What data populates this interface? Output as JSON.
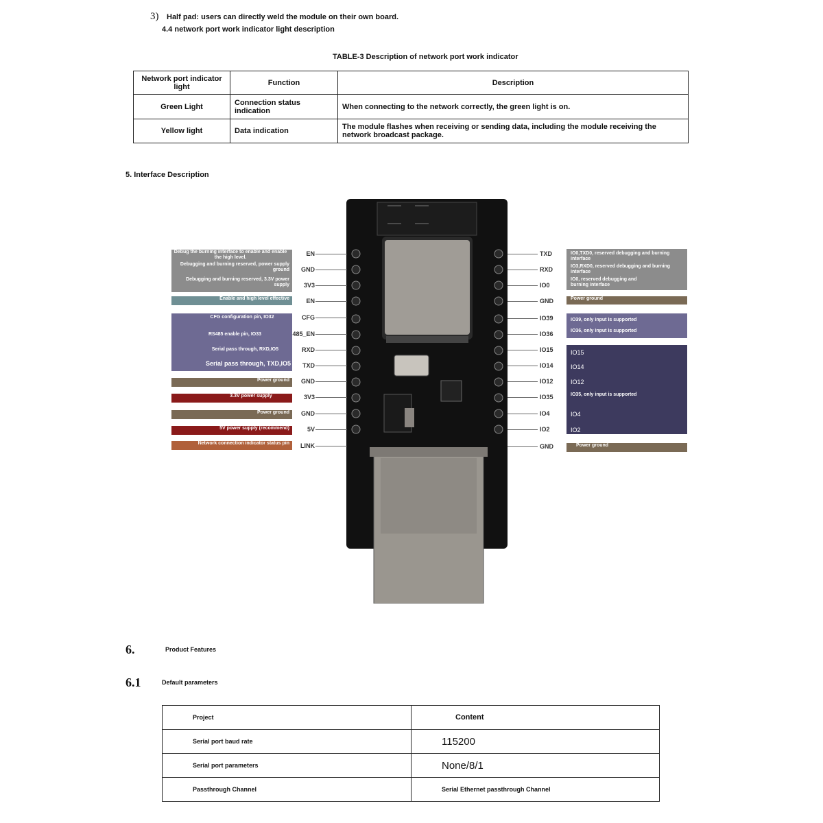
{
  "top": {
    "item_number": "3)",
    "item_text": "Half pad: users can directly weld the module on their own board.",
    "section_44": "4.4 network port work indicator light description",
    "table3_title": "TABLE-3 Description of network port work indicator"
  },
  "table3": {
    "headers": [
      "Network port indicator light",
      "Function",
      "Description"
    ],
    "rows": [
      [
        "Green Light",
        "Connection status indication",
        "When connecting to the network correctly, the green light is on."
      ],
      [
        "Yellow light",
        "Data indication",
        "The module flashes when receiving or sending data, including the module receiving the network broadcast package."
      ]
    ]
  },
  "section5": "5. Interface Description",
  "board": {
    "left_pins": [
      "EN",
      "GND",
      "3V3",
      "EN",
      "CFG",
      "485_EN",
      "RXD",
      "TXD",
      "GND",
      "3V3",
      "GND",
      "5V",
      "LINK"
    ],
    "right_pins": [
      "TXD",
      "RXD",
      "IO0",
      "GND",
      "IO39",
      "IO36",
      "IO15",
      "IO14",
      "IO12",
      "IO35",
      "IO4",
      "IO2",
      "GND"
    ],
    "left_labels": {
      "debug_en": "Debug the burning interface to enable and enable the high level.",
      "debug_gnd": "Debugging and burning reserved, power supply ground",
      "debug_3v3": "Debugging and burning reserved, 3.3V power supply",
      "en_high": "Enable and high level effective",
      "cfg": "CFG configuration pin, IO32",
      "rs485": "RS485 enable pin, IO33",
      "rxd": "Serial pass through, RXD,IO5",
      "txd": "Serial pass through, TXD,IO5",
      "pground1": "Power ground",
      "v33": "3.3V power supply",
      "pground2": "Power ground",
      "v5": "5V power supply (recommend)",
      "link": "Network connection indicator status pin"
    },
    "right_labels": {
      "txd0": "IO0,TXD0, reserved debugging and burning interface",
      "rxd0": "IO3,RXD0, reserved debugging and burning interface",
      "io0": "IO0, reserved debugging and burning interface",
      "gnd1": "Power ground",
      "io39": "IO39, only input is supported",
      "io36": "IO36, only input is supported",
      "io15": "IO15",
      "io14": "IO14",
      "io12": "IO12",
      "io35": "IO35, only input is supported",
      "io4": "IO4",
      "io2": "IO2",
      "gnd2": "Power ground"
    },
    "colors": {
      "gray": "#8c8c8c",
      "teal": "#6f8f94",
      "purple": "#6e6a93",
      "brown": "#7a6a55",
      "red": "#8a1a1a",
      "orange": "#b0603a",
      "navy": "#3d3a5e"
    }
  },
  "section6": {
    "number": "6.",
    "title": "Product Features"
  },
  "section61": {
    "number": "6.1",
    "title": "Default parameters"
  },
  "table61": {
    "headers": [
      "Project",
      "Content"
    ],
    "rows": [
      [
        "Serial port baud rate",
        "115200"
      ],
      [
        "Serial port parameters",
        "None/8/1"
      ],
      [
        "Passthrough Channel",
        "Serial Ethernet passthrough Channel"
      ]
    ]
  }
}
